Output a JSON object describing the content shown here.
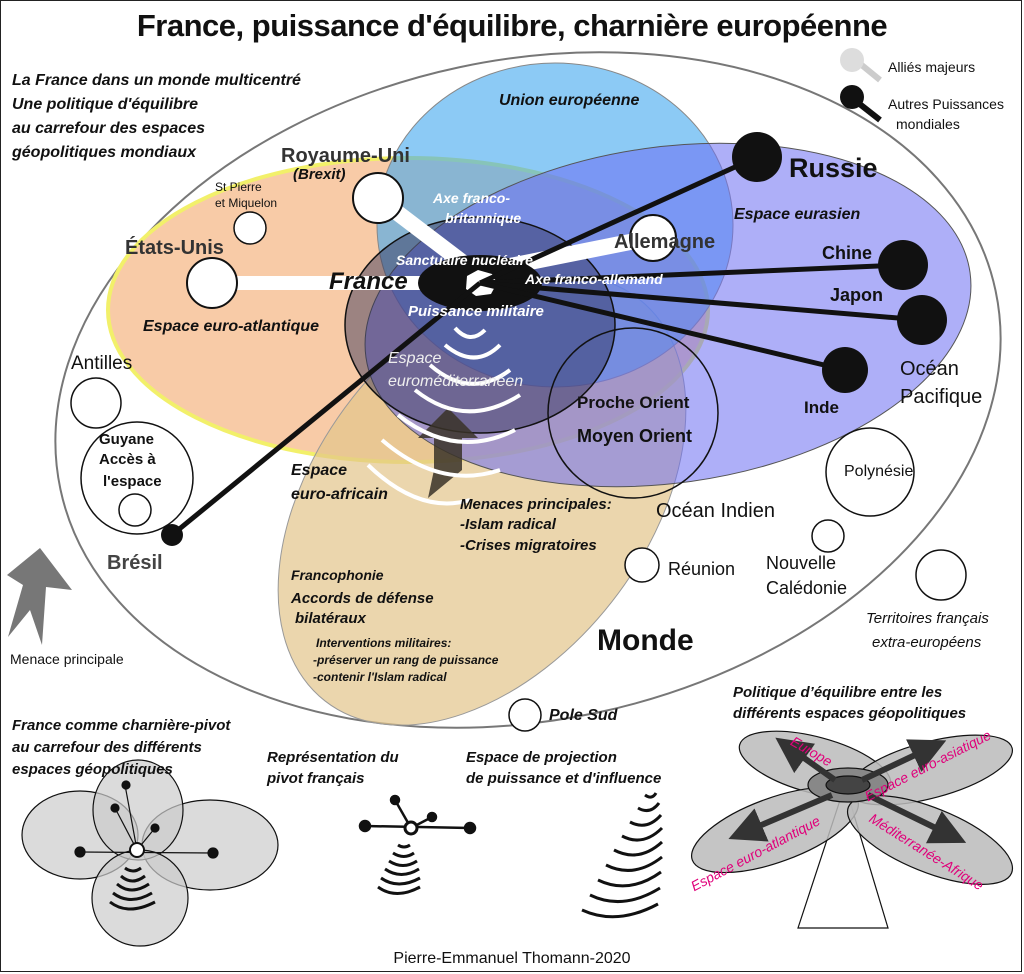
{
  "title": "France, puissance d'équilibre, charnière européenne",
  "subtitle_lines": [
    "La  France dans un monde multicentré",
    "Une politique d'équilibre",
    "au carrefour des espaces",
    "géopolitiques mondiaux"
  ],
  "legend": {
    "allies": "Alliés majeurs",
    "other_powers_line1": "Autres Puissances",
    "other_powers_line2": "mondiales",
    "menace": "Menace principale",
    "territories_line1": "Territoires français",
    "territories_line2": "extra-européens"
  },
  "spaces": {
    "ue": "Union européenne",
    "eurasien": "Espace eurasien",
    "euro_atlantique": "Espace euro-atlantique",
    "euromed_line1": "Espace",
    "euromed_line2": "euroméditerranéen",
    "euro_africain_line1": "Espace",
    "euro_africain_line2": "euro-africain",
    "monde": "Monde"
  },
  "countries": {
    "france": "France",
    "royaume_uni": "Royaume-Uni",
    "brexit": "(Brexit)",
    "etats_unis": "États-Unis",
    "allemagne": "Allemagne",
    "russie": "Russie",
    "chine": "Chine",
    "japon": "Japon",
    "inde": "Inde",
    "bresil": "Brésil",
    "proche_orient": "Proche Orient",
    "moyen_orient": "Moyen Orient"
  },
  "axes": {
    "franco_britannique_line1": "Axe franco-",
    "franco_britannique_line2": "britannique",
    "franco_allemand": "Axe franco-allemand",
    "sanctuaire": "Sanctuaire nucléaire",
    "puissance_militaire": "Puissance militaire"
  },
  "territories": {
    "st_pierre_line1": "St Pierre",
    "st_pierre_line2": "et Miquelon",
    "antilles": "Antilles",
    "guyane_line1": "Guyane",
    "guyane_line2": "Accès à",
    "guyane_line3": "l'espace",
    "reunion": "Réunion",
    "nouvelle_caledonie_line1": "Nouvelle",
    "nouvelle_caledonie_line2": "Calédonie",
    "polynesie": "Polynésie",
    "pole_sud": "Pole Sud",
    "ocean_indien": "Océan Indien",
    "ocean_pacifique_line1": "Océan",
    "ocean_pacifique_line2": "Pacifique"
  },
  "menaces": {
    "title": "Menaces principales:",
    "item1": "-Islam radical",
    "item2": "-Crises migratoires"
  },
  "francophonie": {
    "title": "Francophonie",
    "accords_line1": "Accords de défense",
    "accords_line2": "bilatéraux",
    "interventions_title": "Interventions militaires:",
    "interventions_item1": "-préserver un rang de puissance",
    "interventions_item2": "-contenir l'Islam radical"
  },
  "bottom": {
    "charniere_line1": "France comme charnière-pivot",
    "charniere_line2": "au carrefour des différents",
    "charniere_line3": " espaces géopolitiques",
    "pivot_line1": "Représentation du",
    "pivot_line2": "pivot français",
    "projection_line1": "Espace de projection",
    "projection_line2": "de puissance et d'influence",
    "equilibre_line1": "Politique d’équilibre entre les",
    "equilibre_line2": "différents espaces géopolitiques",
    "europe": "Europe",
    "euro_asiatique": "Espace euro-asiatique",
    "euro_atlantique": "Espace euro-atlantique",
    "med_afrique": "Méditerranée-Afrique"
  },
  "credit": "Pierre-Emmanuel Thomann-2020",
  "colors": {
    "ue": "#4aa8e8",
    "eurasien": "#6f6ff2",
    "atlantique": "#f5b98a",
    "africain": "#e6c98c",
    "accent_magenta": "#e0007a"
  }
}
